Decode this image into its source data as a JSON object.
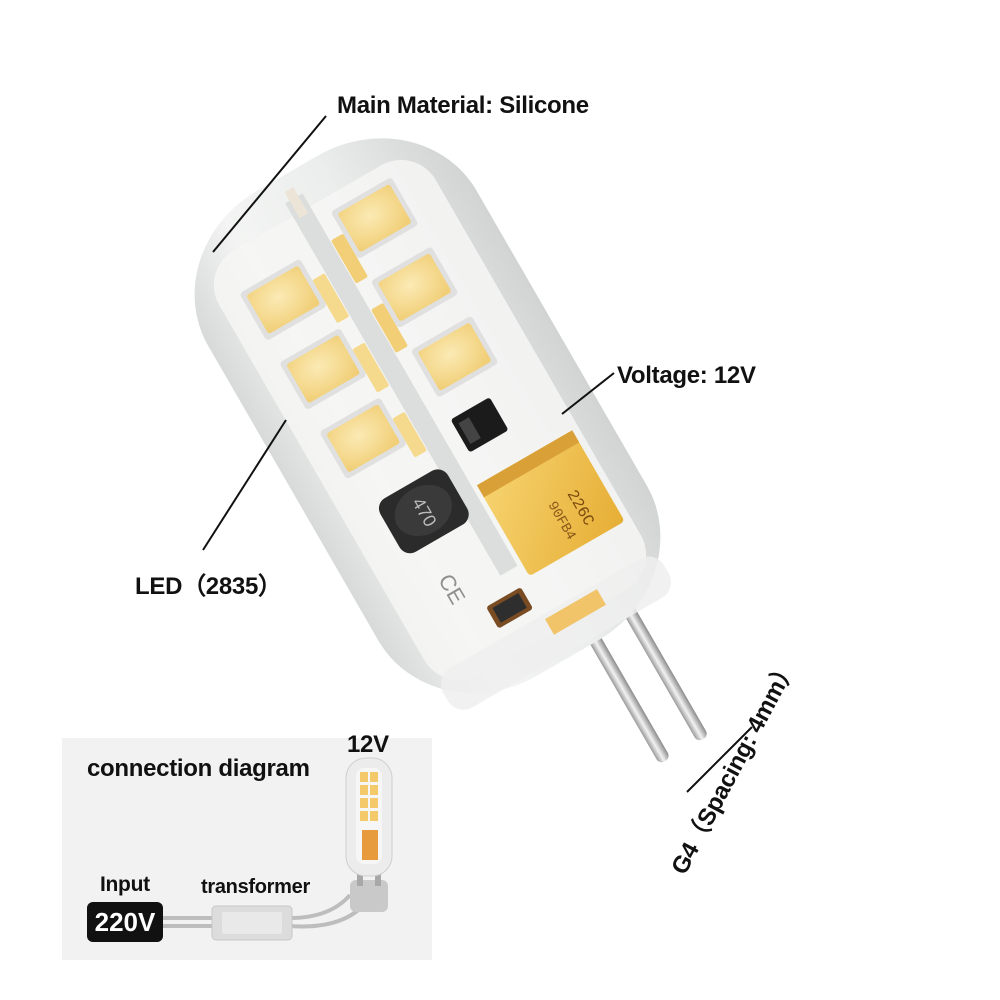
{
  "callouts": {
    "material": "Main Material: Silicone",
    "voltage": "Voltage: 12V",
    "led": "LED（2835）",
    "base": "G4（Spacing: 4mm）"
  },
  "component_markings": {
    "inductor": "470",
    "capacitor_line1": "226C",
    "capacitor_line2": "90FB4",
    "cert_mark": "CE"
  },
  "connection_diagram": {
    "title": "connection diagram",
    "bulb_voltage": "12V",
    "input_label": "Input",
    "input_voltage": "220V",
    "transformer_label": "transformer"
  },
  "colors": {
    "silicone": "#e9ebea",
    "led_chip": "#f6dd94",
    "led_chip_warm": "#f0c56a",
    "pcb": "#f4f4f4",
    "capacitor": "#f1c24e",
    "pins": "#d8d8d8",
    "badge": "#111111"
  }
}
